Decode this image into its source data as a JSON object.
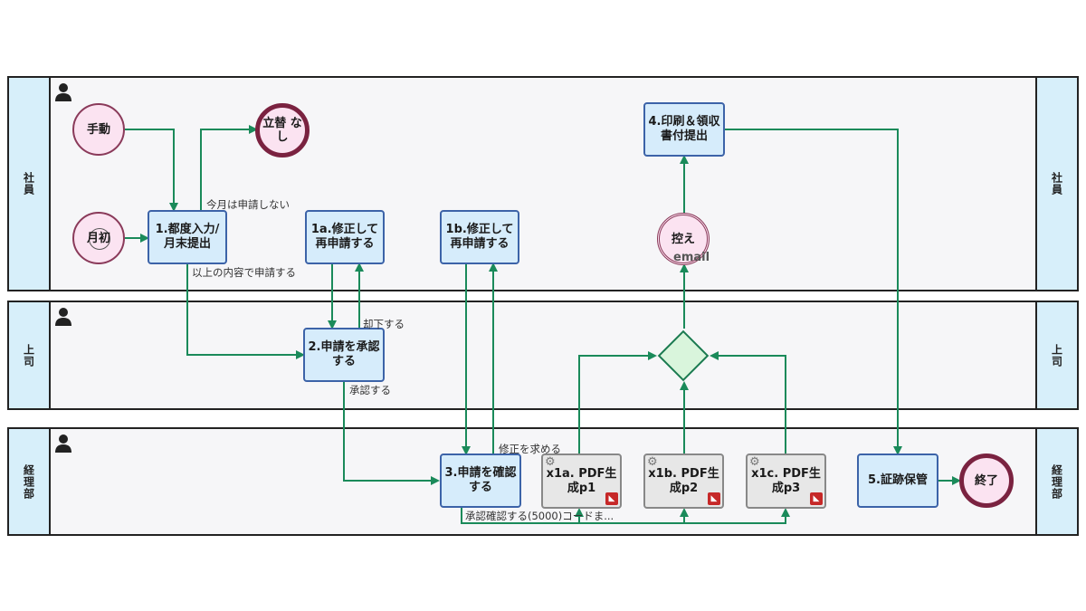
{
  "lanes": [
    {
      "id": "employee",
      "label": "社員"
    },
    {
      "id": "manager",
      "label": "上司"
    },
    {
      "id": "accounting",
      "label": "経理部"
    }
  ],
  "events": {
    "manual_start": "手動",
    "monthly_start": "月初",
    "end_no_claim": "立替 なし",
    "mid_copy": "控え",
    "mid_copy_email": "email",
    "end": "終了"
  },
  "tasks": {
    "t1": "1.都度入力/月末提出",
    "t1a": "1a.修正して再申請する",
    "t1b": "1b.修正して再申請する",
    "t2": "2.申請を承認する",
    "t3": "3.申請を確認する",
    "t4": "4.印刷＆領収書付提出",
    "t5": "5.証跡保管",
    "x1a": "x1a. PDF生成p1",
    "x1b": "x1b. PDF生成p2",
    "x1c": "x1c. PDF生成p3"
  },
  "flow_labels": {
    "no_claim": "今月は申請しない",
    "submit": "以上の内容で申請する",
    "reject": "却下する",
    "approve": "承認する",
    "ask_fix": "修正を求める",
    "bottom_overlap": "承認確認する(5000)コードま..."
  },
  "colors": {
    "flow": "#1a8a5a",
    "task_fill": "#d6ecfb",
    "task_border": "#3c63a8",
    "lane_header": "#d7effa",
    "event_fill": "#fbe3f1",
    "end_border": "#7a2240",
    "gateway_fill": "#d9f5dc"
  }
}
